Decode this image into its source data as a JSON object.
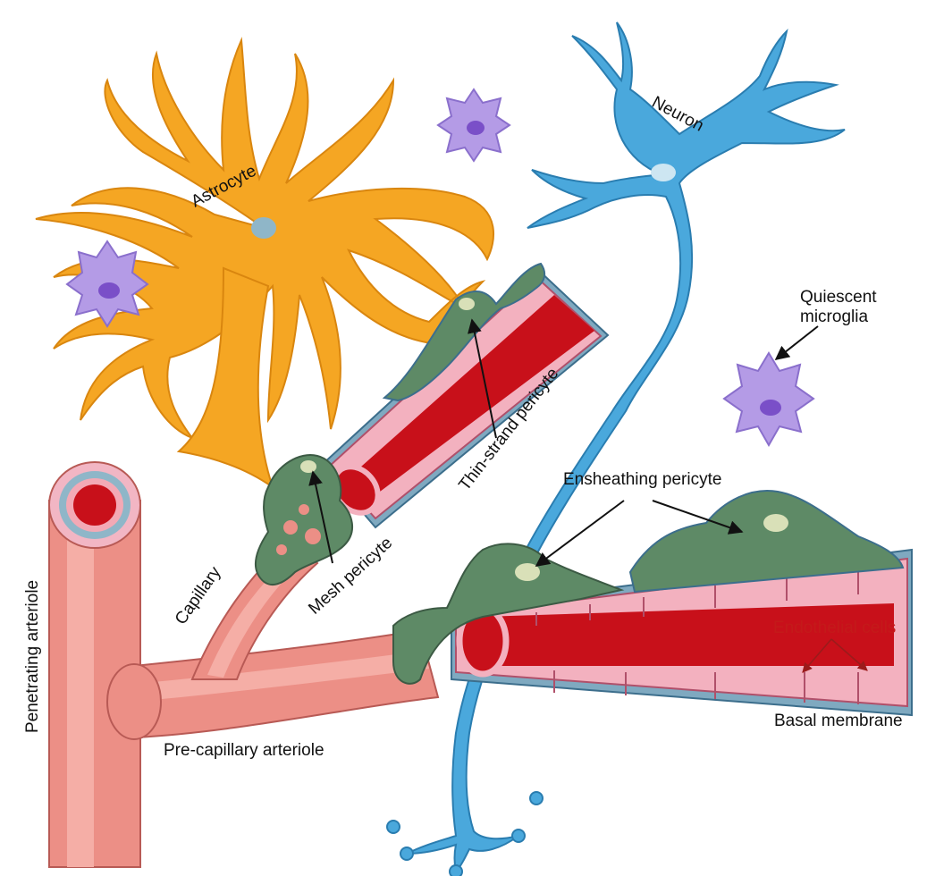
{
  "labels": {
    "astrocyte": "Astrocyte",
    "neuron": "Neuron",
    "quiescent_microglia_line1": "Quiescent",
    "quiescent_microglia_line2": "microglia",
    "thin_strand_pericyte": "Thin-strand pericyte",
    "ensheathing_pericyte": "Ensheathing pericyte",
    "mesh_pericyte": "Mesh pericyte",
    "capillary": "Capillary",
    "penetrating_arteriole": "Penetrating arteriole",
    "pre_capillary_arteriole": "Pre-capillary arteriole",
    "endothelial_cells": "Endothelial cells",
    "basal_membrane": "Basal membrane"
  },
  "colors": {
    "astrocyte": "#f5a623",
    "neuron": "#4aa8dc",
    "microglia": "#b49be6",
    "pericyte": "#5e8a66",
    "vessel_wall": "#f0a0aa",
    "blood": "#c8101a",
    "arteriole": "#ec8f86",
    "label_red": "#c41a1a"
  }
}
